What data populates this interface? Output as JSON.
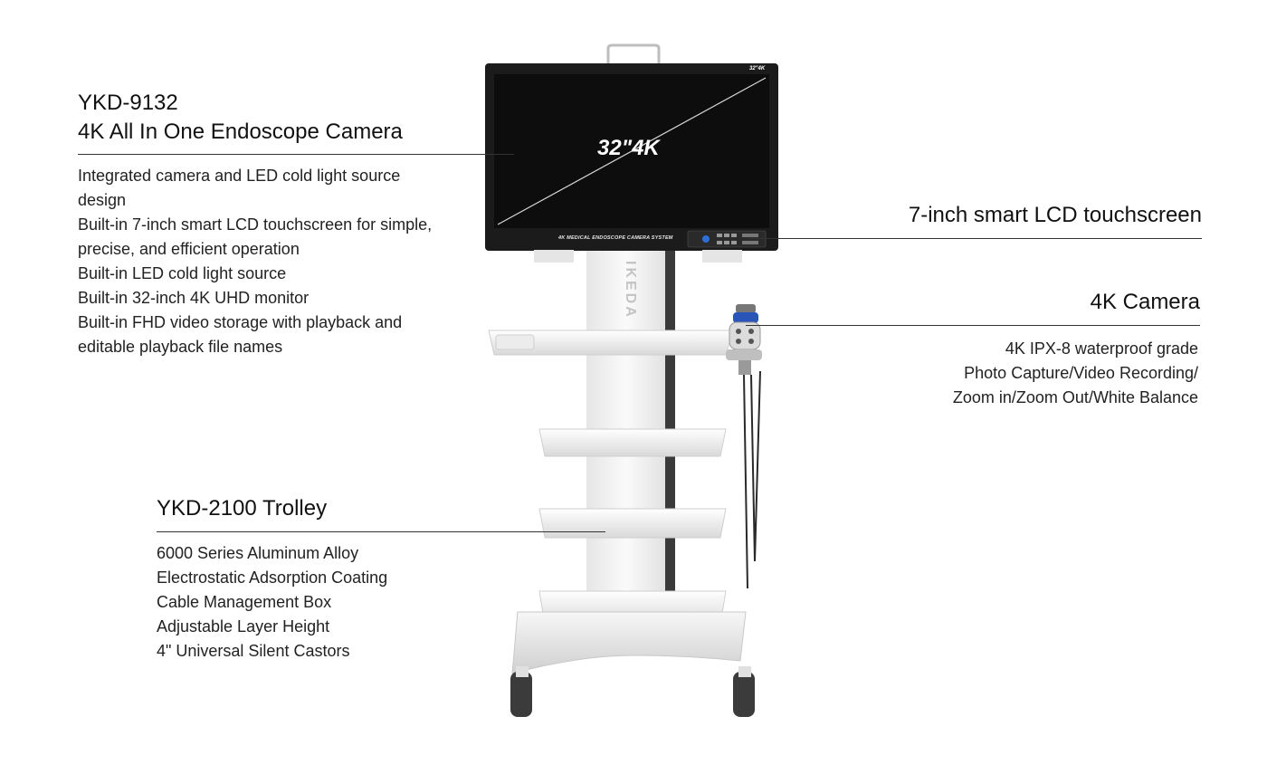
{
  "left_block": {
    "model": "YKD-9132",
    "title": "4K All In One Endoscope Camera",
    "lines": [
      "Integrated camera and LED cold light source",
      "design",
      "Built-in 7-inch smart LCD touchscreen for simple,",
      "precise, and efficient operation",
      "Built-in LED cold light source",
      "Built-in 32-inch 4K UHD monitor",
      "Built-in FHD video storage with playback and",
      "editable playback file names"
    ]
  },
  "touchscreen_block": {
    "title": "7-inch smart LCD touchscreen"
  },
  "camera_block": {
    "title": "4K Camera",
    "lines": [
      "4K IPX-8 waterproof grade",
      "Photo Capture/Video Recording/",
      "Zoom in/Zoom Out/White Balance"
    ]
  },
  "trolley_block": {
    "title": "YKD-2100 Trolley",
    "lines": [
      "6000 Series Aluminum Alloy",
      "Electrostatic Adsorption Coating",
      "Cable Management Box",
      "Adjustable Layer Height",
      "4\" Universal Silent Castors"
    ]
  },
  "monitor": {
    "screen_label": "32\"4K",
    "corner_label": "32\"4K",
    "bezel_caption": "4K MEDICAL ENDOSCOPE CAMERA SYSTEM"
  },
  "trolley": {
    "brand": "IKEDA"
  }
}
